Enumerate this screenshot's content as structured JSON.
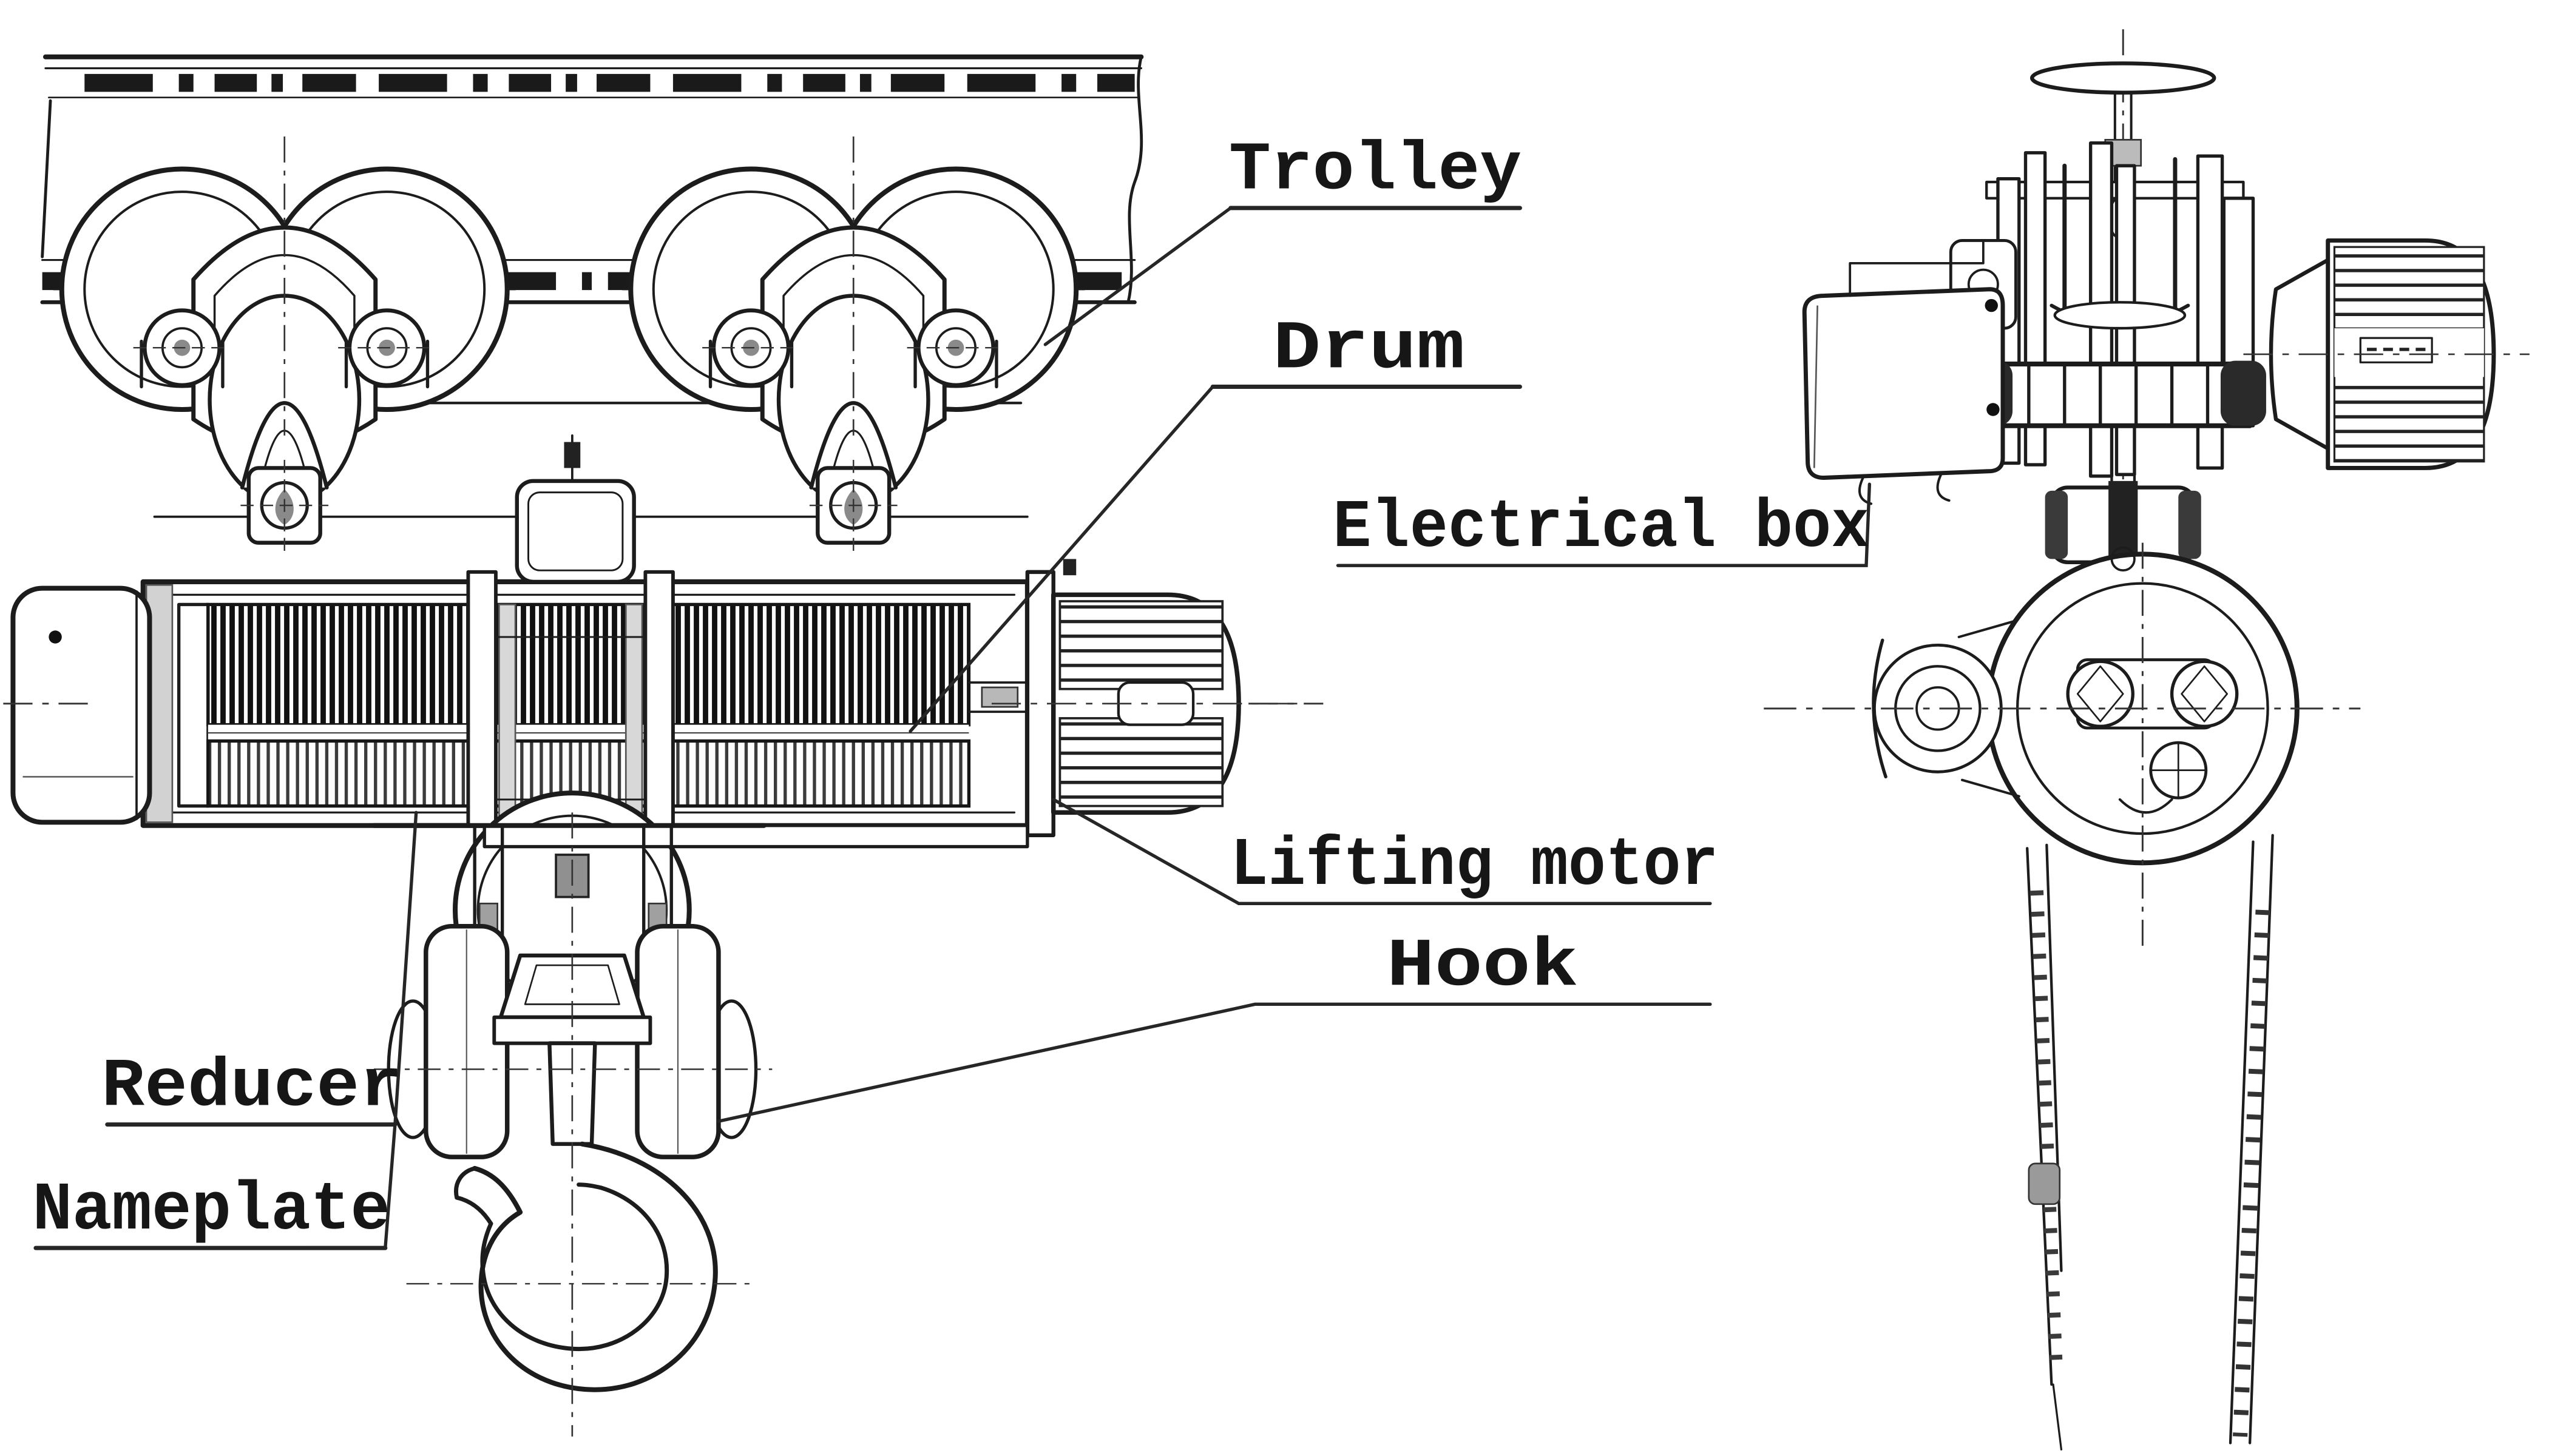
{
  "diagram": {
    "labels": {
      "trolley": "Trolley",
      "drum": "Drum",
      "electrical_box": "Electrical box",
      "lifting_motor": "Lifting motor",
      "hook": "Hook",
      "reducer": "Reducer",
      "nameplate": "Nameplate"
    },
    "colors": {
      "ink": "#1c1c1c",
      "background": "#ffffff",
      "hatch_dark": "#111111",
      "hatch_medium": "#3a3a3a",
      "metal_gray": "#b8b8b8"
    }
  }
}
